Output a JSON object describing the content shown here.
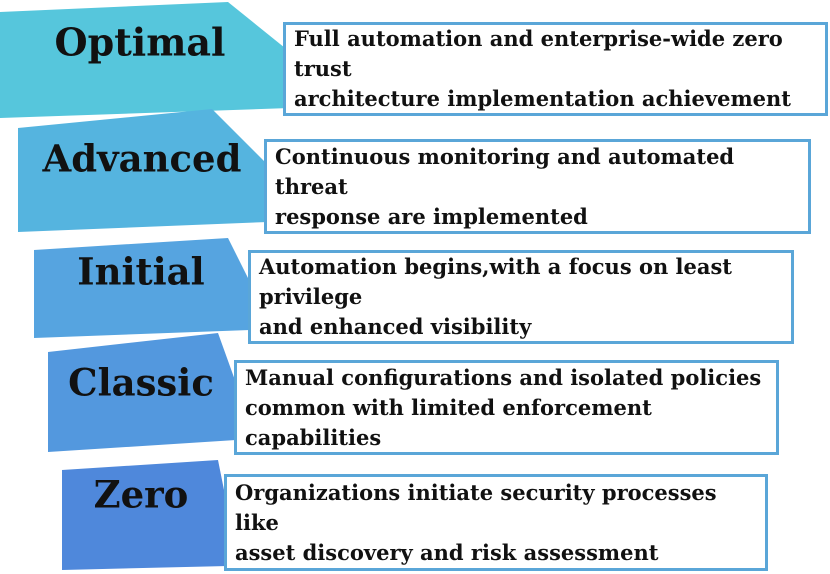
{
  "levels": [
    {
      "name": "Optimal",
      "description": "Full automation and enterprise-wide zero trust\narchitecture implementation achievement",
      "color": "#56c6dc"
    },
    {
      "name": "Advanced",
      "description": "Continuous monitoring and automated threat\nresponse are implemented",
      "color": "#55b4df"
    },
    {
      "name": "Initial",
      "description": "Automation begins,with a focus on least privilege\nand enhanced visibility",
      "color": "#56a4e0"
    },
    {
      "name": "Classic",
      "description": "Manual configurations and isolated policies\ncommon with limited enforcement capabilities",
      "color": "#5398de"
    },
    {
      "name": "Zero",
      "description": "Organizations initiate security processes like\nasset discovery and risk assessment",
      "color": "#4f88db"
    }
  ]
}
